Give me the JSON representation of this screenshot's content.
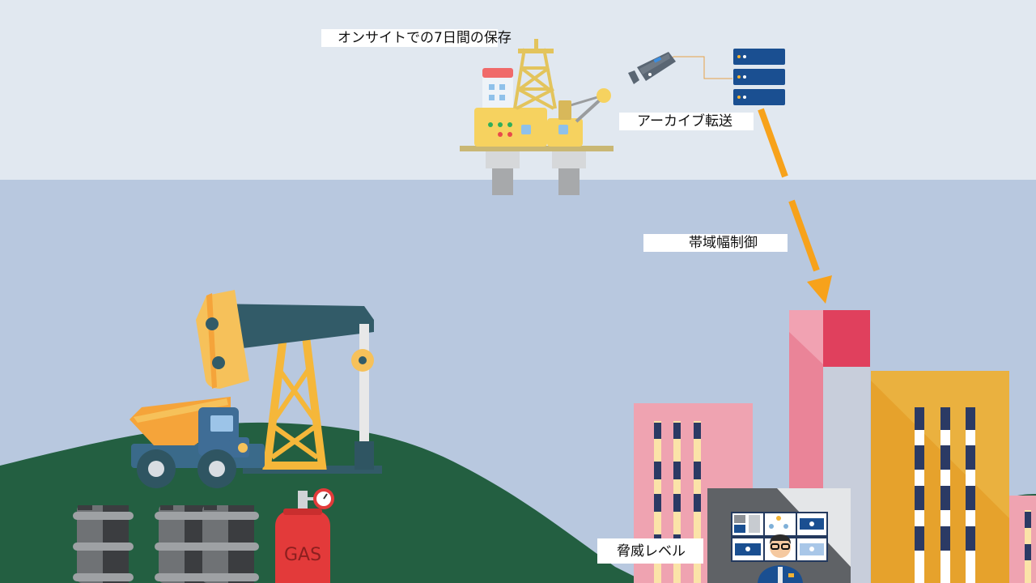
{
  "labels": {
    "onsite_storage": "オンサイトでの7日間の保存",
    "archive_transfer": "アーカイブ転送",
    "bandwidth_control": "帯域幅制御",
    "threat_level": "脅威レベル"
  },
  "gas_tank": {
    "text": "GAS"
  },
  "colors": {
    "sky": "#e1e8f0",
    "sea": "#b8c8df",
    "hill": "#235f41",
    "arrow": "#f7a21b",
    "server": "#1a4f91",
    "pump_yellow": "#f6c15a",
    "pump_orange": "#f5a43a",
    "pump_beam": "#325b68",
    "truck_blue": "#3f6d96",
    "gas_red": "#e33a3a",
    "building_pink": "#efa3b1",
    "building_red": "#e0405d",
    "building_yellow": "#e6a22c"
  },
  "icons": [
    "oil-rig-icon",
    "security-camera-icon",
    "server-icon",
    "pumpjack-icon",
    "dump-truck-icon",
    "oil-barrel-icon",
    "gas-cylinder-icon",
    "building-icon",
    "operator-icon",
    "monitor-wall-icon"
  ]
}
